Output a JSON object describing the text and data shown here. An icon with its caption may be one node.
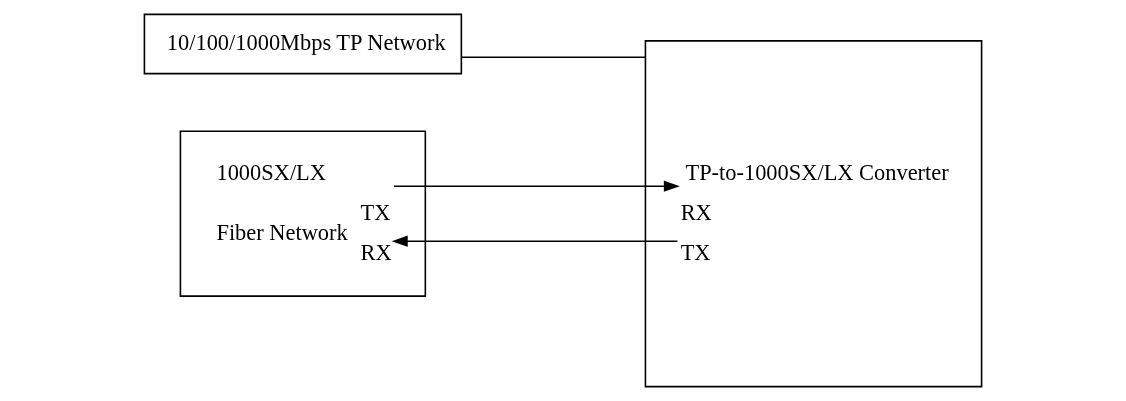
{
  "diagram": {
    "nodes": [
      {
        "text": [
          "10/100/1000Mbps TP Network"
        ]
      },
      {
        "text": [
          "TP-to-1000SX/LX Converter",
          "RX",
          "TX"
        ]
      },
      {
        "text": [
          "1000SX/LX",
          "Fiber Network",
          "TX",
          "RX"
        ]
      }
    ],
    "edges": [
      {
        "from": 0,
        "to": 1,
        "arrow": "none"
      },
      {
        "from": 2,
        "to": 1,
        "arrow": "to"
      },
      {
        "from": 1,
        "to": 2,
        "arrow": "to"
      }
    ]
  }
}
